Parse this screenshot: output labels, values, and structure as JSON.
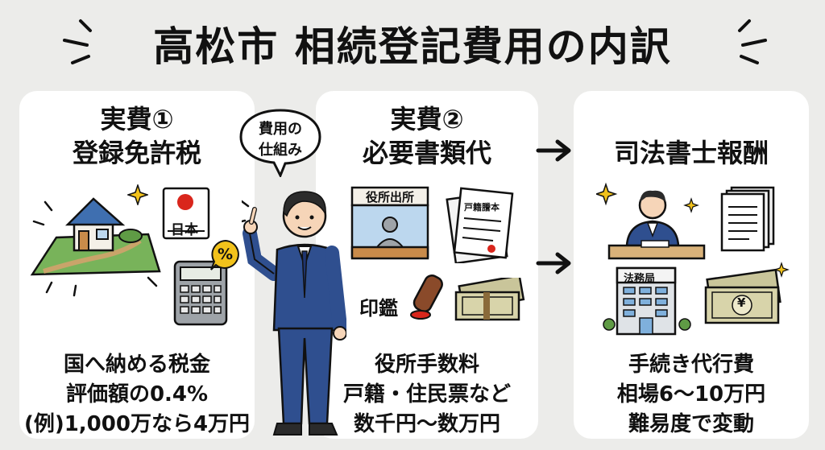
{
  "title": "高松市 相続登記費用の内訳",
  "bubble": {
    "line1": "費用の",
    "line2": "仕組み"
  },
  "panels": [
    {
      "heading1": "実費①",
      "heading2": "登録免許税",
      "stamp_text": "日本",
      "percent_symbol": "%",
      "body": [
        "国へ納める税金",
        "評価額の0.4%",
        "(例)1,000万なら4万円"
      ]
    },
    {
      "heading1": "実費②",
      "heading2": "必要書類代",
      "office_sign": "役所出所",
      "document_title": "戸籍謄本",
      "seal_label": "印鑑",
      "body": [
        "役所手数料",
        "戸籍・住民票など",
        "数千円〜数万円"
      ]
    },
    {
      "heading1": "司法書士報酬",
      "building_sign": "法務局",
      "yen_symbol": "¥",
      "body": [
        "手続き代行費",
        "相場6〜10万円",
        "難易度で変動"
      ]
    }
  ],
  "colors": {
    "background": "#ececea",
    "panel": "#ffffff",
    "suit": "#2f4f8f",
    "house_roof": "#3f6fb0",
    "grass": "#78b35a",
    "stamp_red": "#d9261c",
    "badge_yellow": "#f2c21b",
    "seal_brown": "#8a4a2a",
    "money_green": "#c9c59a"
  }
}
